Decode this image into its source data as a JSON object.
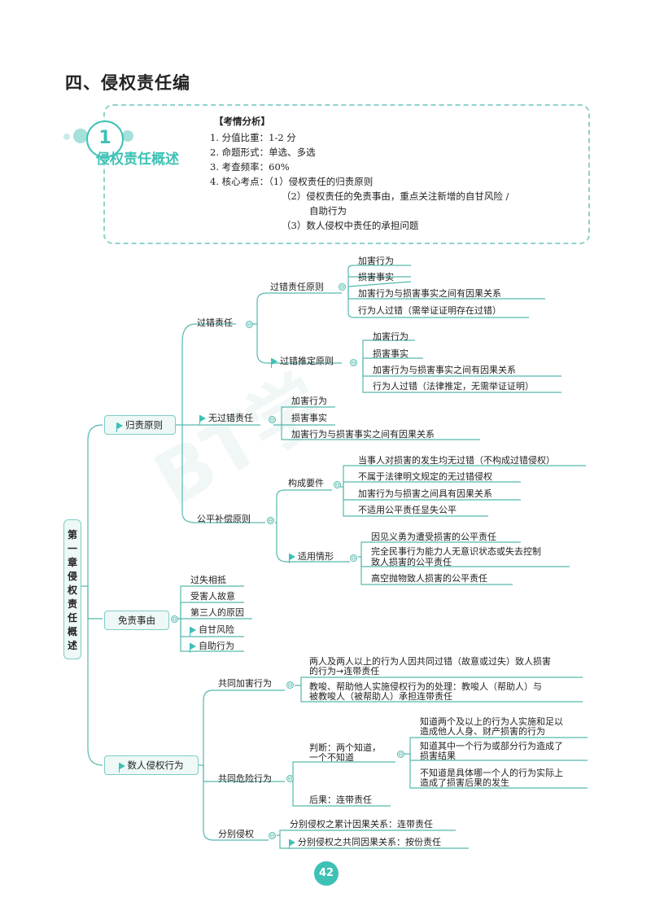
{
  "heading": "四、侵权责任编",
  "badge": {
    "number": "1",
    "title": "侵权责任概述"
  },
  "analysis": {
    "title": "【考情分析】",
    "lines": [
      "1. 分值比重：1-2 分",
      "2. 命题形式：单选、多选",
      "3. 考查频率：60%",
      "4. 核心考点：（1）侵权责任的归责原则",
      "（2）侵权责任的免责事由，重点关注新增的自甘风险 /",
      "自助行为",
      "（3）数人侵权中责任的承担问题"
    ]
  },
  "chapter": "第一章　侵权责任概述",
  "tree": {
    "guize": "归责原则",
    "guocuo": "过错责任",
    "guocuo_yuanze": "过错责任原则",
    "guocuo_yuanze_items": [
      "加害行为",
      "损害事实",
      "加害行为与损害事实之间有因果关系",
      "行为人过错（需举证证明存在过错）"
    ],
    "guocuo_tuiding": "过错推定原则",
    "guocuo_tuiding_items": [
      "加害行为",
      "损害事实",
      "加害行为与损害事实之间有因果关系",
      "行为人过错（法律推定，无需举证证明）"
    ],
    "wuguocuo": "无过错责任",
    "wuguocuo_items": [
      "加害行为",
      "损害事实",
      "加害行为与损害事实之间有因果关系"
    ],
    "gongping": "公平补偿原则",
    "goucheng": "构成要件",
    "goucheng_items": [
      "当事人对损害的发生均无过错（不构成过错侵权）",
      "不属于法律明文规定的无过错侵权",
      "加害行为与损害之间具有因果关系",
      "不适用公平责任显失公平"
    ],
    "shiyong": "适用情形",
    "shiyong_items": [
      "因见义勇为遭受损害的公平责任",
      "完全民事行为能力人无意识状态或失去控制",
      "致人损害的公平责任",
      "高空抛物致人损害的公平责任"
    ],
    "mianze": "免责事由",
    "mianze_items": [
      "过失相抵",
      "受害人故意",
      "第三人的原因",
      "自甘风险",
      "自助行为"
    ],
    "shuren": "数人侵权行为",
    "gongtong_jiahai": "共同加害行为",
    "gongtong_jiahai_items": [
      "两人及两人以上的行为人因共同过错（故意或过失）致人损害",
      "的行为→连带责任",
      "教唆、帮助他人实施侵权行为的处理：教唆人（帮助人）与",
      "被教唆人（被帮助人）承担连带责任"
    ],
    "gongtong_weixian": "共同危险行为",
    "panduan": [
      "判断：两个知道，",
      "一个不知道"
    ],
    "panduan_items": [
      "知道两个及以上的行为人实施和足以",
      "造成他人人身、财产损害的行为",
      "知道其中一个行为或部分行为造成了",
      "损害结果",
      "不知道是具体哪一个人的行为实际上",
      "造成了损害后果的发生"
    ],
    "houguo": "后果：连带责任",
    "fenbie": "分别侵权",
    "fenbie_items": [
      "分别侵权之累计因果关系：连带责任",
      "分别侵权之共同因果关系：按份责任"
    ]
  },
  "watermark": "BT学",
  "page_number": "42",
  "colors": {
    "accent": "#3ec1b5",
    "line": "#56b9ae",
    "box_fill": "#eef8f7"
  }
}
